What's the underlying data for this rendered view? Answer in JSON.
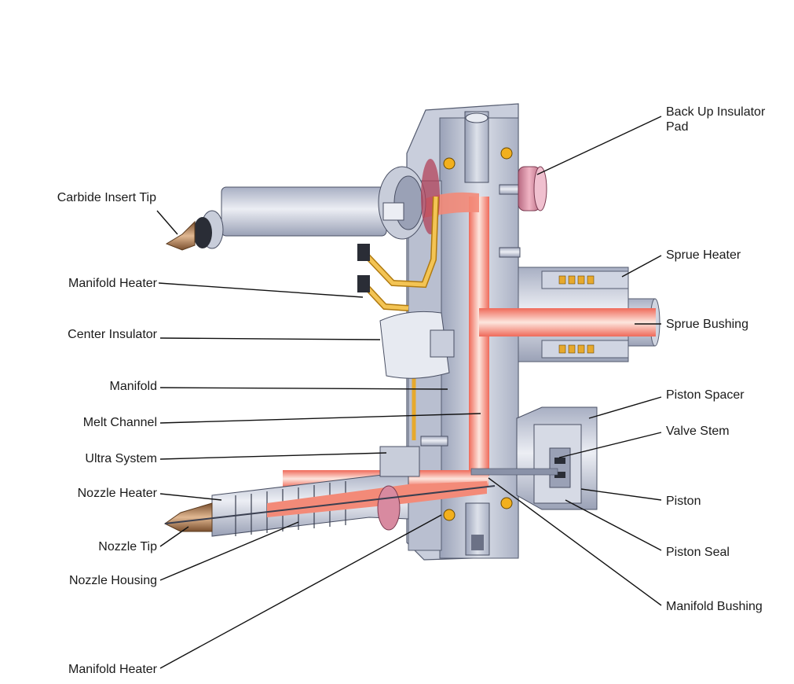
{
  "labels": {
    "back_up_insulator_pad_l1": "Back Up Insulator",
    "back_up_insulator_pad_l2": "Pad",
    "carbide_insert_tip": "Carbide Insert Tip",
    "sprue_heater": "Sprue Heater",
    "manifold_heater_top": "Manifold Heater",
    "sprue_bushing": "Sprue Bushing",
    "center_insulator": "Center Insulator",
    "manifold": "Manifold",
    "piston_spacer": "Piston Spacer",
    "melt_channel": "Melt Channel",
    "valve_stem": "Valve Stem",
    "ultra_system": "Ultra System",
    "nozzle_heater": "Nozzle Heater",
    "piston": "Piston",
    "nozzle_tip": "Nozzle Tip",
    "piston_seal": "Piston Seal",
    "nozzle_housing": "Nozzle Housing",
    "manifold_bushing": "Manifold Bushing",
    "manifold_heater_bottom": "Manifold Heater"
  },
  "colors": {
    "steel_light": "#dfe2ec",
    "steel_mid": "#b8bfd2",
    "steel_dark": "#8a92a8",
    "melt": "#f07060",
    "melt_core": "#fde2da",
    "heater_wire": "#e7a92c",
    "bolt_gold": "#f2b01e",
    "insulator_pad": "#d88aa0",
    "nozzle_tip_brown": "#b8845a",
    "leader": "#111111"
  }
}
